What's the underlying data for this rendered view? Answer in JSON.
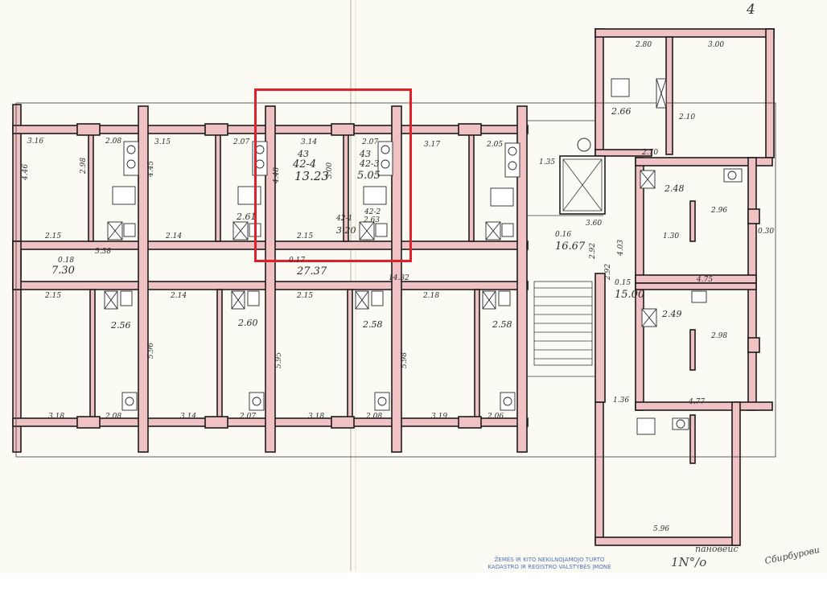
{
  "sheet": {
    "number": "4",
    "page_mark": "1N°/o"
  },
  "stamp": {
    "line1": "ŽEMĖS IR KITO NEKILNOJAMOJO TURTO",
    "line2": "KADASTRO IR REGISTRO VALSTYBĖS ĮMONĖ"
  },
  "colors": {
    "wall": "#f0c2c4",
    "wall_stroke": "#1c1c1c",
    "paper": "#fbfaf3",
    "highlight": "#e0202a"
  },
  "highlight_room": {
    "unit": "43",
    "room_a": "42-4",
    "area_a": "13.23",
    "room_b": "42-3",
    "area_b": "5.05",
    "room_c": "42-2",
    "area_c": "2.63",
    "room_d": "42-1",
    "area_d": "3.20"
  },
  "corridor": {
    "west_area": "7.30",
    "west_label": "0.18",
    "main_area": "27.37",
    "main_label": "0.17",
    "lift_hall_area": "16.67",
    "lift_hall_label": "0.16",
    "east_area": "15.00",
    "east_label": "0.15",
    "length": "14.32"
  },
  "areas": {
    "a1": "2.66",
    "a2": "2.48",
    "a3": "2.61",
    "a4": "2.56",
    "a5": "2.60",
    "a6": "2.58",
    "a7": "2.58",
    "a8": "2.49"
  },
  "dims_top": [
    "3.16",
    "2.08",
    "3.15",
    "2.07",
    "3.14",
    "2.07",
    "3.17",
    "2.05",
    "2.80",
    "3.00"
  ],
  "dims_bottom": [
    "3.18",
    "2.08",
    "3.14",
    "2.07",
    "3.18",
    "2.08",
    "3.19",
    "2.06",
    "5.96",
    "4.77",
    "4.75"
  ],
  "dims_misc": [
    "4.46",
    "2.98",
    "4.45",
    "3.00",
    "4.48",
    "2.15",
    "2.14",
    "2.15",
    "5.38",
    "2.15",
    "2.14",
    "2.15",
    "2.18",
    "5.95",
    "5.96",
    "5.98",
    "1.35",
    "3.60",
    "2.92",
    "4.03",
    "2.96",
    "2.98",
    "1.36",
    "1.30",
    "2.10",
    "0.30",
    "2.70",
    "2.92"
  ],
  "signatures": {
    "right": "Сбирбурови",
    "bottom": "пановейс"
  }
}
